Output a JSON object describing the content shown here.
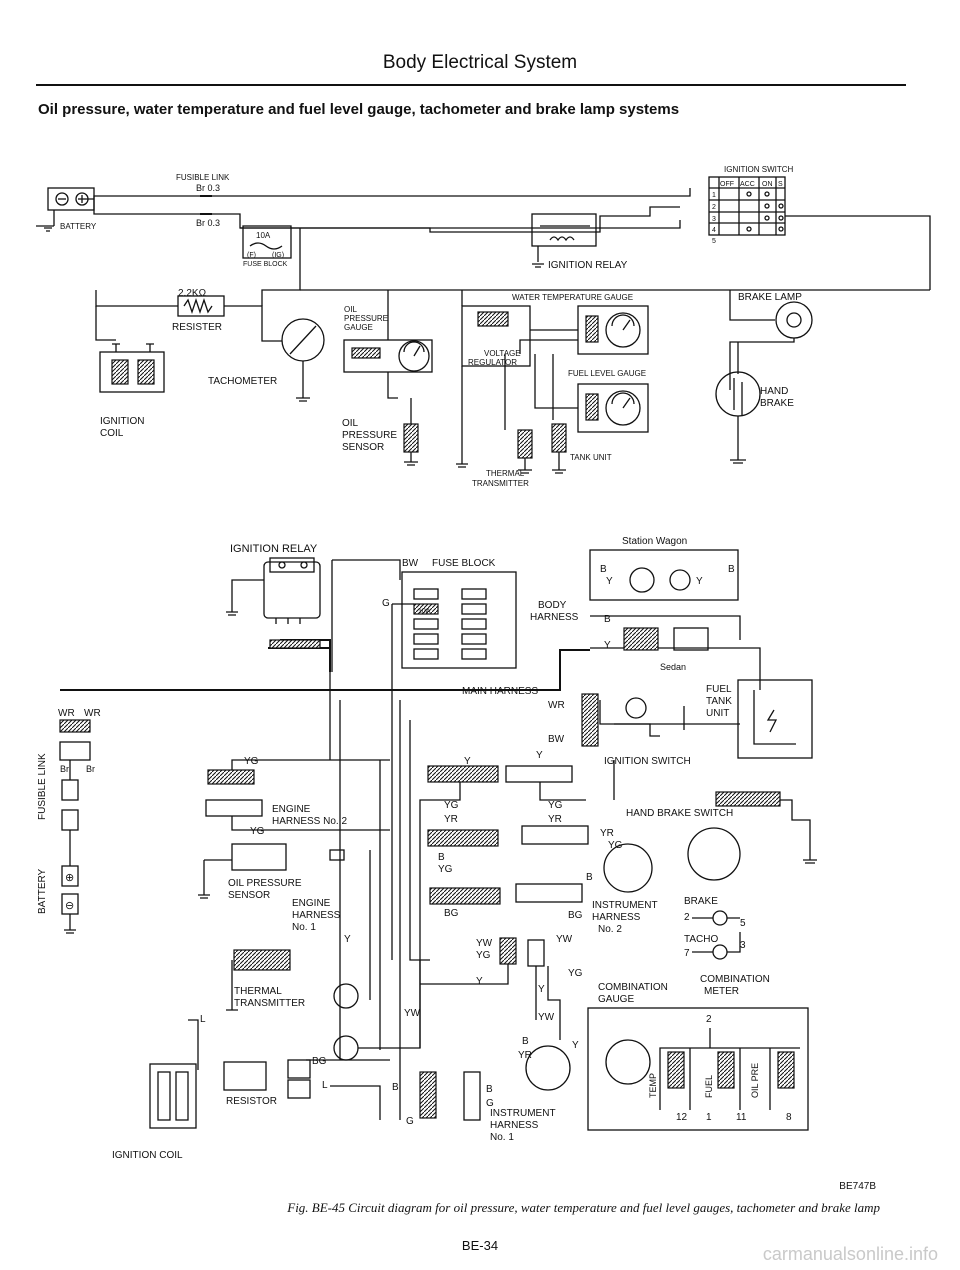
{
  "header": "Body Electrical System",
  "subtitle": "Oil pressure, water temperature and fuel level gauge, tachometer and brake lamp systems",
  "labels": {
    "fusible_link": "FUSIBLE LINK",
    "br03a": "Br 0.3",
    "br03b": "Br 0.3",
    "battery": "BATTERY",
    "fuse_10a": "10A",
    "fuse_f": "(F)",
    "fuse_ig": "(IG)",
    "fuse_block": "FUSE BLOCK",
    "ign_relay": "IGNITION RELAY",
    "ign_switch": "IGNITION SWITCH",
    "sw_off": "OFF",
    "sw_acc": "ACC",
    "sw_on": "ON",
    "sw_s": "S",
    "r1": "1",
    "r2": "2",
    "r3": "3",
    "r4": "4",
    "r5": "5",
    "resistor_val": "2.2KΩ",
    "resister": "RESISTER",
    "tachometer": "TACHOMETER",
    "ign_coil": "IGNITION",
    "ign_coil2": "COIL",
    "oil_gauge1": "OIL",
    "oil_gauge2": "PRESSURE",
    "oil_gauge3": "GAUGE",
    "voltage1": "VOLTAGE",
    "voltage2": "REGULATOR",
    "water_gauge": "WATER TEMPERATURE GAUGE",
    "fuel_gauge": "FUEL LEVEL GAUGE",
    "brake_lamp": "BRAKE LAMP",
    "hand": "HAND",
    "brake": "BRAKE",
    "oil_sensor1": "OIL",
    "oil_sensor2": "PRESSURE",
    "oil_sensor3": "SENSOR",
    "thermal1": "THERMAL",
    "thermal2": "TRANSMITTER",
    "tank_unit": "TANK UNIT"
  },
  "lower": {
    "ign_relay": "IGNITION RELAY",
    "bw_fuse": "BW",
    "fuse_block": "FUSE BLOCK",
    "fuse_10a": "10A",
    "g": "G",
    "station_wagon": "Station Wagon",
    "b1": "B",
    "b2": "B",
    "b3": "B",
    "y1": "Y",
    "y2": "Y",
    "y3": "Y",
    "body": "BODY",
    "harness": "HARNESS",
    "sedan": "Sedan",
    "main_harness": "MAIN HARNESS",
    "wr": "WR",
    "bw": "BW",
    "fuel1": "FUEL",
    "fuel2": "TANK",
    "fuel3": "UNIT",
    "wr_a": "WR",
    "wr_b": "WR",
    "br_a": "Br",
    "br_b": "Br",
    "fusible_link_v": "FUSIBLE LINK",
    "battery_v": "BATTERY",
    "yg1": "YG",
    "yg2": "YG",
    "engine_h": "ENGINE",
    "engine_h2": "HARNESS No. 2",
    "oil_ps1": "OIL PRESSURE",
    "oil_ps2": "SENSOR",
    "engine_h1a": "ENGINE",
    "engine_h1b": "HARNESS",
    "engine_h1c": "No. 1",
    "ycon": "Y",
    "thermal1": "THERMAL",
    "thermal2": "TRANSMITTER",
    "l": "L",
    "ign_coil": "IGNITION COIL",
    "resistor": "RESISTOR",
    "bg": "BG",
    "l2": "L",
    "b_mid": "B",
    "g_mid": "G",
    "y_a": "Y",
    "y_b": "Y",
    "ign_sw": "IGNITION SWITCH",
    "yg_a": "YG",
    "yg_b": "YG",
    "yr_a": "YR",
    "yr_b": "YR",
    "hand_brake_sw": "HAND BRAKE SWITCH",
    "yr_c": "YR",
    "yg_c": "YG",
    "b_c": "B",
    "yg_d": "YG",
    "b_d": "B",
    "bg_a": "BG",
    "bg_b": "BG",
    "instr_h2a": "INSTRUMENT",
    "instr_h2b": "HARNESS",
    "instr_h2c": "No. 2",
    "brake_m": "BRAKE",
    "tacho_m": "TACHO",
    "n2": "2",
    "n5": "5",
    "n7": "7",
    "n3": "3",
    "yw_a": "YW",
    "yg_e": "YG",
    "yw_b": "YW",
    "yg_f": "YG",
    "y_c": "Y",
    "y_d": "Y",
    "comb_gauge1": "COMBINATION",
    "comb_gauge2": "GAUGE",
    "comb_meter1": "COMBINATION",
    "comb_meter2": "METER",
    "yw_c": "YW",
    "yw_d": "YW",
    "b_e": "B",
    "yr_d": "YR",
    "y_e": "Y",
    "b_f": "B",
    "g_f": "G",
    "instr_h1a": "INSTRUMENT",
    "instr_h1b": "HARNESS",
    "instr_h1c": "No. 1",
    "temp": "TEMP",
    "fuel_v": "FUEL",
    "oil_pre": "OIL PRE",
    "n12": "12",
    "n1": "1",
    "n11": "11",
    "n8": "8",
    "n2b": "2"
  },
  "code": "BE747B",
  "caption": "Fig. BE-45 Circuit diagram for oil pressure, water temperature and fuel level gauges, tachometer and brake lamp",
  "page_number": "BE-34",
  "watermark": "carmanualsonline.info"
}
